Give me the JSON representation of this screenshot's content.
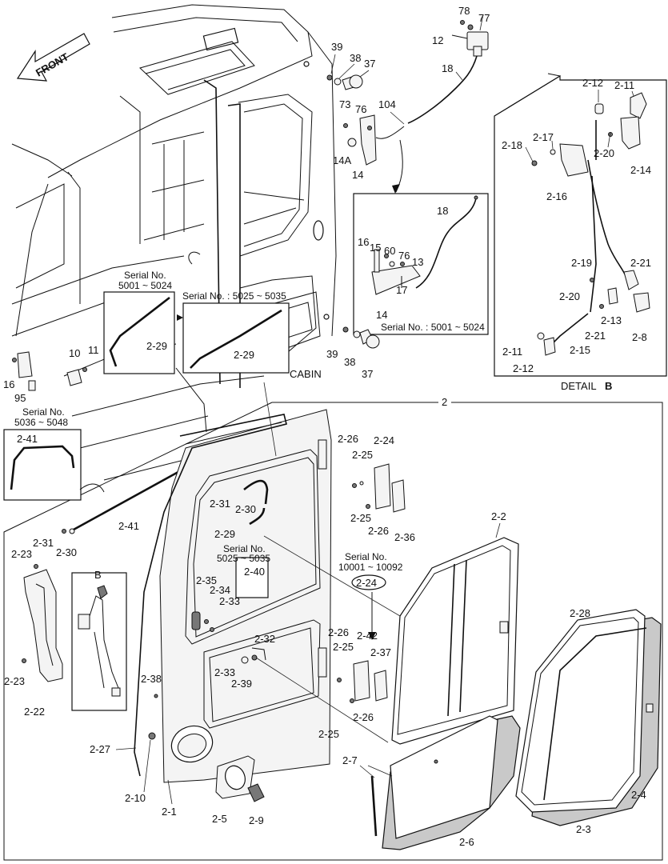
{
  "front_arrow": "FRONT",
  "cabin_label": "CABIN",
  "detail_b_prefix": "DETAIL",
  "detail_b_letter": "B",
  "b_box_letter": "B",
  "group_number": "2",
  "serial_1": {
    "line1": "Serial No.",
    "line2": "5001 ~ 5024"
  },
  "serial_2": {
    "line1": "Serial No. : 5025 ~ 5035"
  },
  "serial_3": {
    "line1": "Serial No. : 5001 ~ 5024"
  },
  "serial_4": {
    "line1": "Serial No.",
    "line2": "5036 ~ 5048"
  },
  "serial_5": {
    "line1": "Serial No.",
    "line2": "5025 ~ 5035"
  },
  "serial_6": {
    "line1": "Serial No.",
    "line2": "10001 ~ 10092"
  },
  "labels": {
    "p78": "78",
    "p77": "77",
    "p12": "12",
    "p18a": "18",
    "p39a": "39",
    "p38a": "38",
    "p37a": "37",
    "p73": "73",
    "p76a": "76",
    "p104": "104",
    "p14A": "14A",
    "p14a": "14",
    "p18b": "18",
    "p16a": "16",
    "p15": "15",
    "p60": "60",
    "p76b": "76",
    "p13": "13",
    "p14b": "14",
    "p17": "17",
    "p2_29a": "2-29",
    "p2_29b": "2-29",
    "p39b": "39",
    "p38b": "38",
    "p37b": "37",
    "p10": "10",
    "p11": "11",
    "p16b": "16",
    "p95": "95",
    "p2_12a": "2-12",
    "p2_11a": "2-11",
    "p2_17": "2-17",
    "p2_18": "2-18",
    "p2_20a": "2-20",
    "p2_14": "2-14",
    "p2_16": "2-16",
    "p2_19": "2-19",
    "p2_21a": "2-21",
    "p2_20b": "2-20",
    "p2_13": "2-13",
    "p2_21b": "2-21",
    "p2_8": "2-8",
    "p2_11b": "2-11",
    "p2_15": "2-15",
    "p2_12b": "2-12",
    "p2_41a": "2-41",
    "p2_41b": "2-41",
    "p2_26a": "2-26",
    "p2_24a": "2-24",
    "p2_25a": "2-25",
    "p2_25b": "2-25",
    "p2_26b": "2-26",
    "p2_36": "2-36",
    "p2_31a": "2-31",
    "p2_30a": "2-30",
    "p2_29c": "2-29",
    "p2_31b": "2-31",
    "p2_30b": "2-30",
    "p2_23a": "2-23",
    "p2_23b": "2-23",
    "p2_22": "2-22",
    "p2_40": "2-40",
    "p2_35": "2-35",
    "p2_34": "2-34",
    "p2_33a": "2-33",
    "p2_32": "2-32",
    "p2_33b": "2-33",
    "p2_39": "2-39",
    "p2_24b": "2-24",
    "p2_42": "2-42",
    "p2_26c": "2-26",
    "p2_25c": "2-25",
    "p2_37": "2-37",
    "p2_26d": "2-26",
    "p2_25d": "2-25",
    "p2_38": "2-38",
    "p2_27": "2-27",
    "p2_10": "2-10",
    "p2_1": "2-1",
    "p2_5": "2-5",
    "p2_9": "2-9",
    "p2_2": "2-2",
    "p2_28": "2-28",
    "p2_7": "2-7",
    "p2_6": "2-6",
    "p2_3": "2-3",
    "p2_4": "2-4"
  }
}
